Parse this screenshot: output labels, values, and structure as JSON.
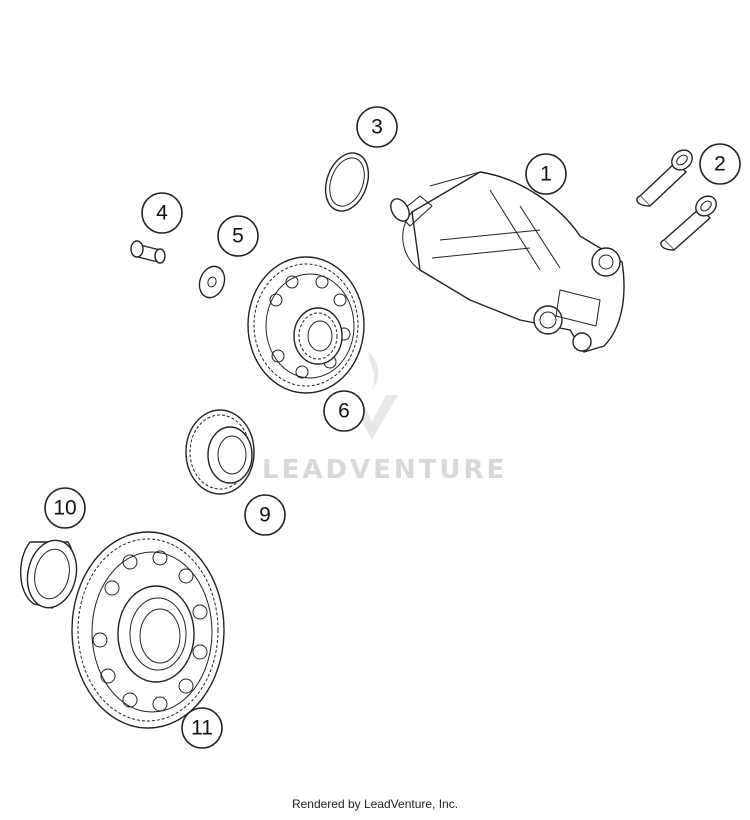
{
  "watermark": {
    "text": "LEADVENTURE"
  },
  "footer": {
    "credit": "Rendered by LeadVenture, Inc."
  },
  "callouts": [
    {
      "id": "1",
      "label": "1"
    },
    {
      "id": "2",
      "label": "2"
    },
    {
      "id": "3",
      "label": "3"
    },
    {
      "id": "4",
      "label": "4"
    },
    {
      "id": "5",
      "label": "5"
    },
    {
      "id": "6",
      "label": "6"
    },
    {
      "id": "9",
      "label": "9"
    },
    {
      "id": "10",
      "label": "10"
    },
    {
      "id": "11",
      "label": "11"
    }
  ]
}
